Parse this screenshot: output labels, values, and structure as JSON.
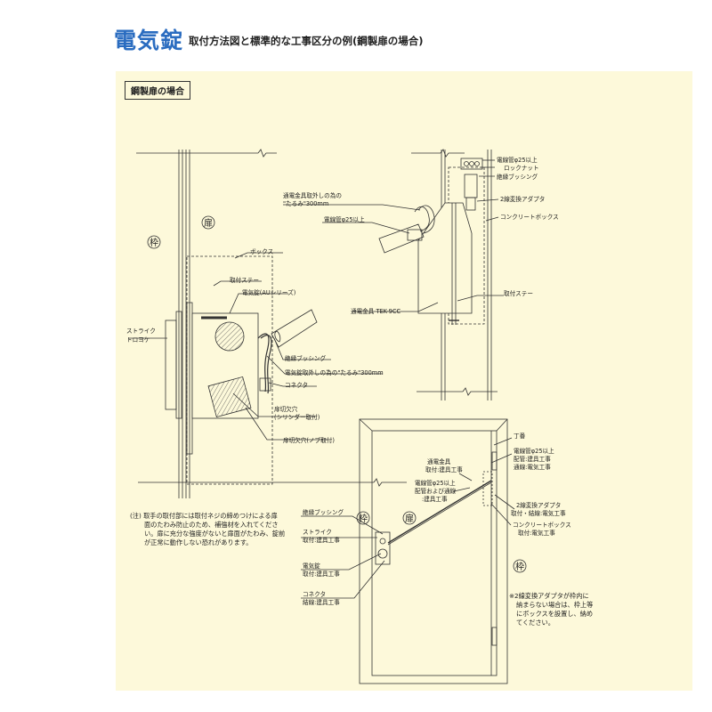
{
  "header": {
    "title": "電気錠",
    "subtitle": "取付方法図と標準的な工事区分の例(鋼製扉の場合)"
  },
  "section_label": "鋼製扉の場合",
  "colors": {
    "title": "#2a6cc0",
    "panel": "#fdf9da",
    "line": "#333333"
  },
  "side_view": {
    "frame": "枠",
    "door": "扉",
    "labels": {
      "box": "ボックス",
      "stay": "取付ステー",
      "lock": "電気錠(AUシリーズ)",
      "strike1": "ストライク",
      "strike2": "トロヨケ",
      "bushing": "絶縁ブッシング",
      "slack": "電気錠取外しの為の\"たるみ\"300mm",
      "connector": "コネクタ",
      "cutout1a": "扉切欠穴",
      "cutout1b": "(シリンダー取付)",
      "cutout2": "扉切欠穴(ノブ取付)"
    }
  },
  "top_view": {
    "labels": {
      "tek_slack1": "通電金具取外しの為の",
      "tek_slack2": "\"たるみ\"300mm",
      "conduit": "電線管φ25以上",
      "conduit_top": "電線管φ25以上",
      "locknut": "ロックナット",
      "bushing": "絶縁ブッシング",
      "adapter": "2線変換アダプタ",
      "concrete_box": "コンクリートボックス",
      "stay": "取付ステー",
      "tek": "通電金具 TEK-9CC"
    }
  },
  "note": {
    "lines": [
      "(注) 取手の取付部には取付ネジの締めつけによる扉",
      "面のたわみ防止のため、補強材を入れてくださ",
      "い。扉に充分な強度がないと扉面がたわみ、錠前",
      "が正常に動作しない恐れがあります。"
    ]
  },
  "front_view": {
    "frame": "枠",
    "door": "扉",
    "frame_right": "枠",
    "labels": {
      "hinge": "丁番",
      "conduit_a": "電線管φ25以上",
      "conduit_b": "配管:建具工事",
      "conduit_c": "通線:電気工事",
      "tek_a": "通電金具",
      "tek_b": "取付:建具工事",
      "pipe_a": "電線管φ25以上",
      "pipe_b": "配管および通線",
      "pipe_c": ":建具工事",
      "adapter_a": "2線変換アダプタ",
      "adapter_b": "取付・結線:電気工事",
      "cbox_a": "コンクリートボックス",
      "cbox_b": "取付:電気工事",
      "bushing": "絶縁ブッシング",
      "strike_a": "ストライク",
      "strike_b": "取付:建具工事",
      "lock_a": "電気錠",
      "lock_b": "取付:建具工事",
      "connector_a": "コネクタ",
      "connector_b": "結線:建具工事"
    },
    "note_lines": [
      "※2線変換アダプタが枠内に",
      "納まらない場合は、枠上等",
      "にボックスを設置し、納め",
      "てください。"
    ]
  }
}
